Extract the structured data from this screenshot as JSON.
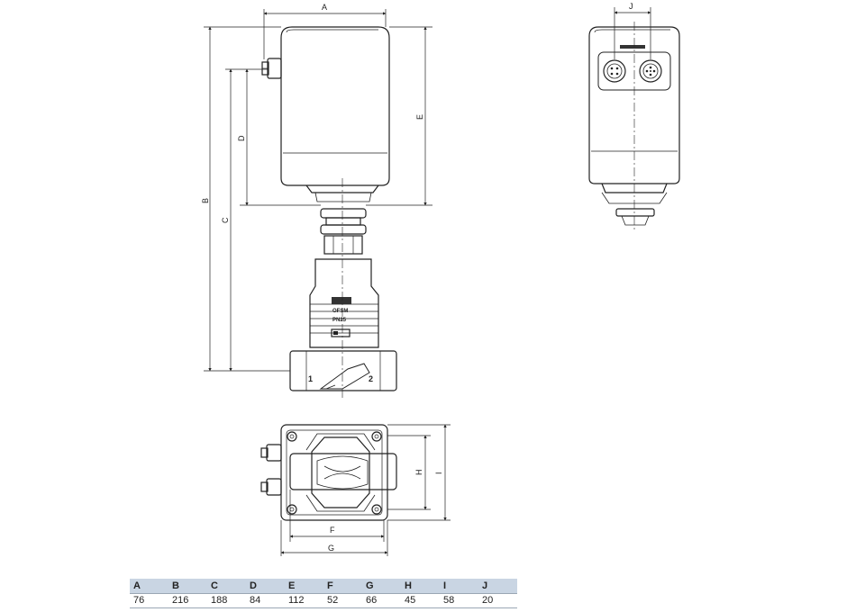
{
  "dimension_labels": [
    "A",
    "B",
    "C",
    "D",
    "E",
    "F",
    "G",
    "H",
    "I",
    "J"
  ],
  "dimension_values": [
    "76",
    "216",
    "188",
    "84",
    "112",
    "52",
    "66",
    "45",
    "58",
    "20"
  ],
  "valve_markings": {
    "port_in": "1",
    "port_out": "2",
    "model": "OFSM",
    "rating": "PN25"
  },
  "colors": {
    "line": "#222222",
    "table_header": "#c9d5e3",
    "table_rule": "#9aa7b4"
  }
}
